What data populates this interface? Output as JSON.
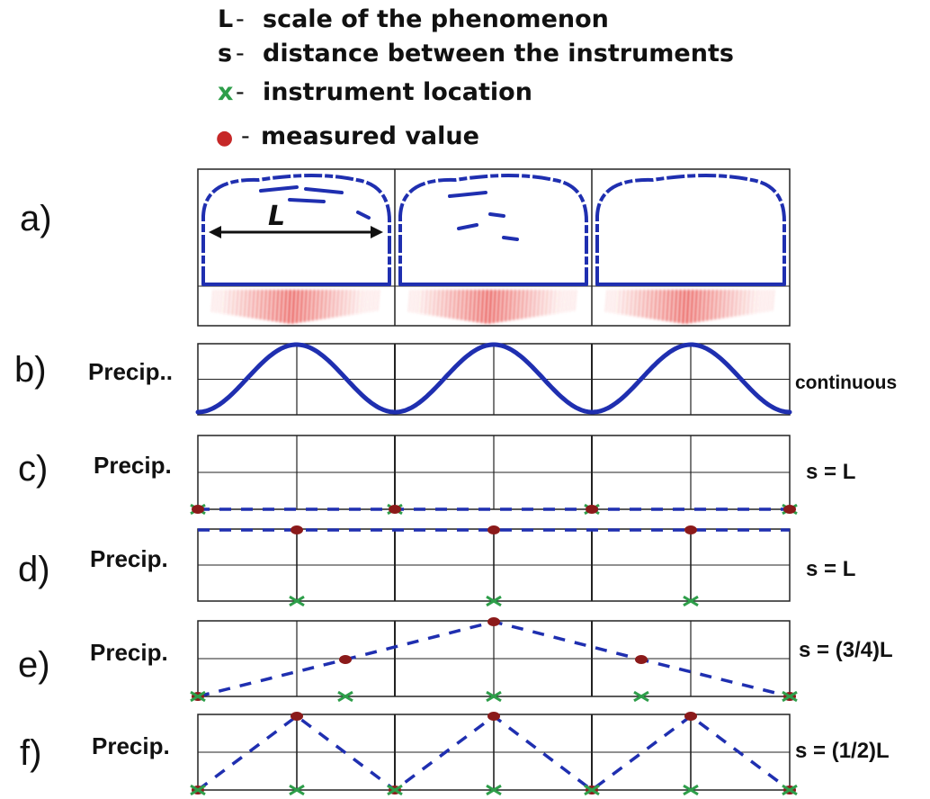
{
  "legend": {
    "items": [
      {
        "symbol": "L",
        "separator": " - ",
        "text": "scale of the phenomenon",
        "symbol_color": "#111111"
      },
      {
        "symbol": "s",
        "separator": " - ",
        "text": "distance between the instruments",
        "symbol_color": "#111111"
      },
      {
        "symbol": "x",
        "separator": " - ",
        "text": "instrument location",
        "symbol_color": "#2e9e4a"
      },
      {
        "symbol": "●",
        "separator": " -",
        "text": "measured value",
        "symbol_color": "#c62828"
      }
    ]
  },
  "panels": {
    "a": {
      "label": "a)",
      "scale_symbol": "L"
    },
    "b": {
      "label": "b)",
      "ylabel": "Precip..",
      "right_label": "continuous"
    },
    "c": {
      "label": "c)",
      "ylabel": "Precip.",
      "right_label": "s = L"
    },
    "d": {
      "label": "d)",
      "ylabel": "Precip.",
      "right_label": "s = L"
    },
    "e": {
      "label": "e)",
      "ylabel": "Precip.",
      "right_label": "s = (3/4)L"
    },
    "f": {
      "label": "f)",
      "ylabel": "Precip.",
      "right_label": "s = (1/2)L"
    }
  },
  "colors": {
    "curve": "#1f2fb0",
    "instrument": "#2e9e4a",
    "measurement": "#8b1a1a",
    "rain": "#e53935",
    "grid": "#222222"
  }
}
